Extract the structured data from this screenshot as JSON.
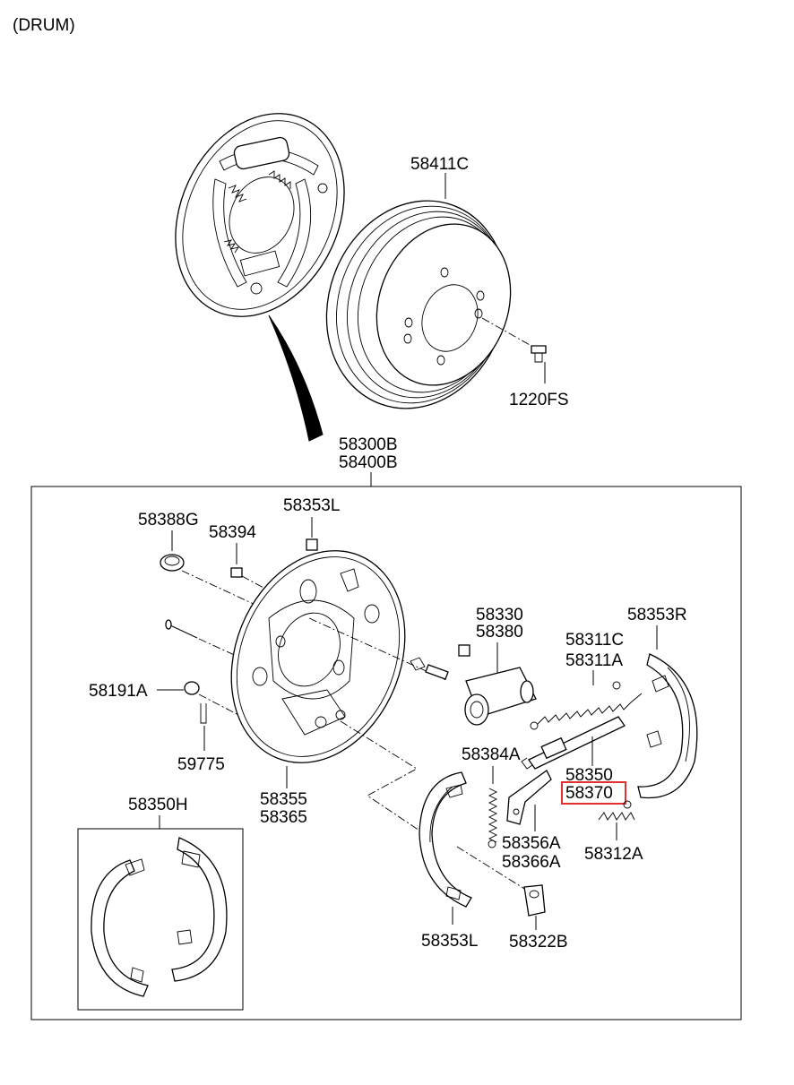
{
  "header": {
    "title": "(DRUM)"
  },
  "labels": {
    "drum": "58411C",
    "bolt": "1220FS",
    "assembly_1": "58300B",
    "assembly_2": "58400B",
    "plug": "58388G",
    "bleeder": "58394",
    "nut": "58353L",
    "pin": "58191A",
    "clip": "59775",
    "backing_plate_1": "58355",
    "backing_plate_2": "58365",
    "shoe_kit": "58350H",
    "wheel_cylinder_1": "58330",
    "wheel_cylinder_2": "58380",
    "spring_upper_1": "58311C",
    "spring_upper_2": "58311A",
    "shoe_right": "58353R",
    "spring_side": "58384A",
    "adjuster": "58350",
    "adjuster_highlighted": "58370",
    "lever_1": "58356A",
    "lever_2": "58366A",
    "spring_lower": "58312A",
    "shoe_left": "58353L",
    "retainer": "58322B"
  },
  "highlight_color": "#e03030"
}
